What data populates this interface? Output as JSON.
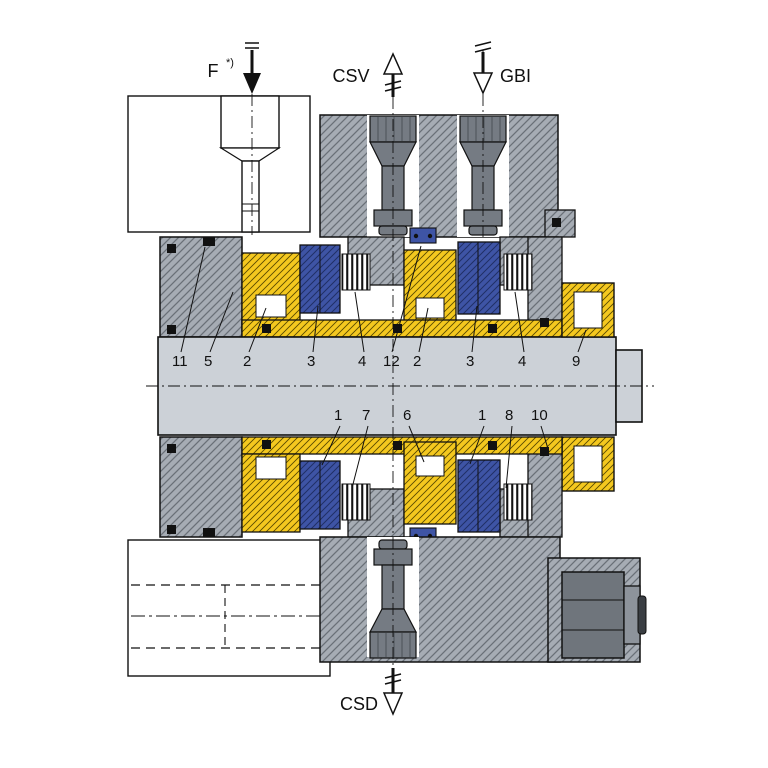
{
  "title": "dual-mechanical-seal-cross-section",
  "labels": {
    "force": "F",
    "force_note": "*)",
    "csv": "CSV",
    "gbi": "GBI",
    "csd": "CSD"
  },
  "callouts": {
    "upper": [
      "11",
      "5",
      "2",
      "3",
      "4",
      "12",
      "2",
      "3",
      "4",
      "9"
    ],
    "lower": [
      "1",
      "7",
      "6",
      "1",
      "8",
      "10"
    ]
  },
  "colors": {
    "housing_gray": "#a6acb4",
    "hatch_line_gray": "#6a7077",
    "part_yellow": "#f4c81f",
    "part_blue": "#3e54a5",
    "shaft_gray": "#ccd1d7",
    "dark_gray": "#6f757c",
    "outline": "#111111",
    "background": "#ffffff"
  }
}
